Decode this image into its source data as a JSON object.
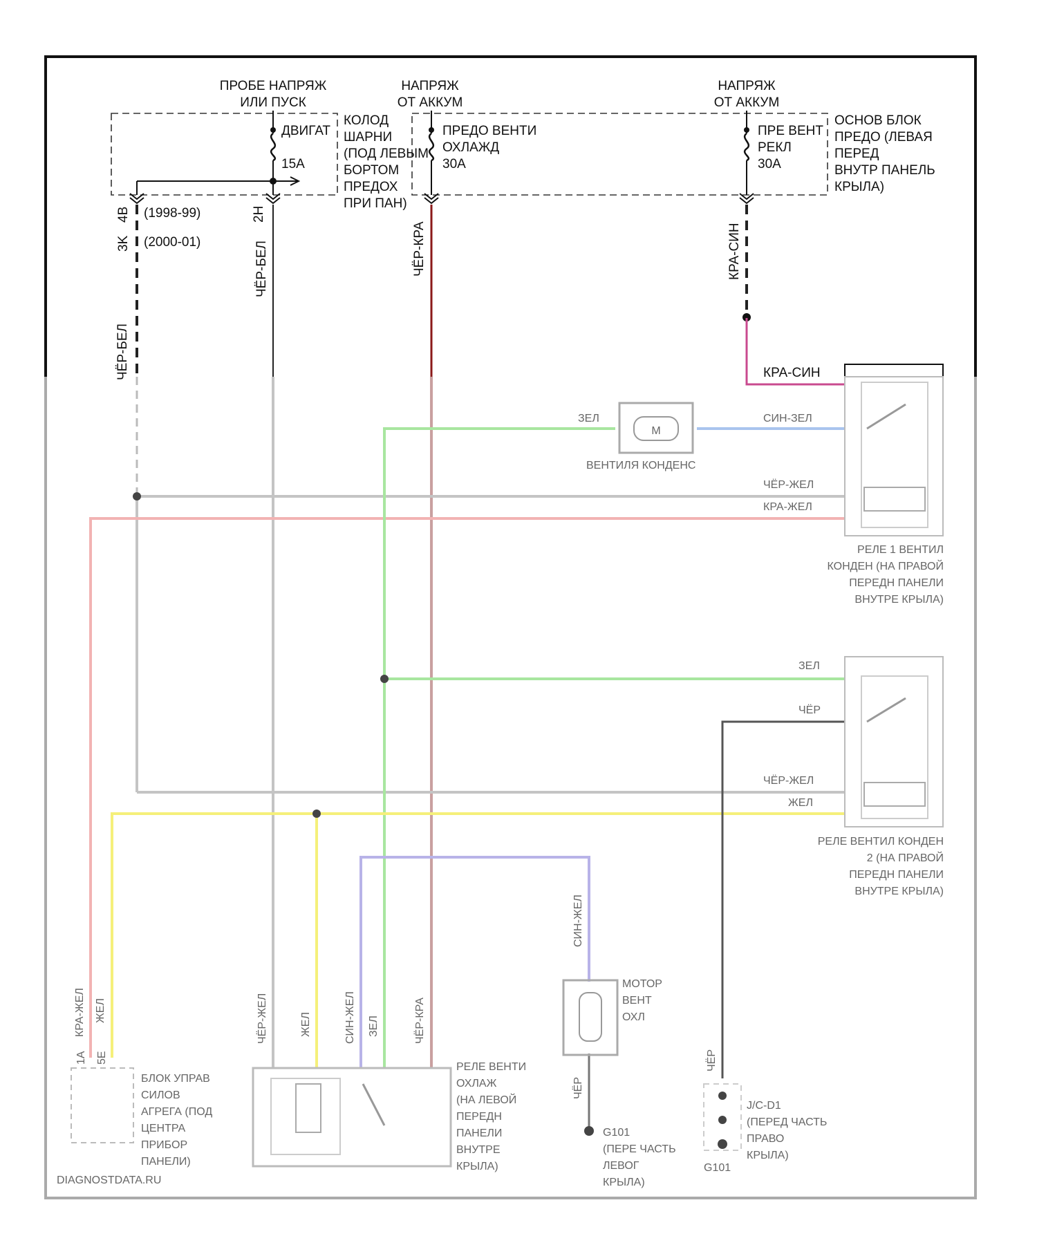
{
  "top_labels": {
    "ign_power": [
      "ПРОБЕ НАПРЯЖ",
      "ИЛИ ПУСК"
    ],
    "batt_power_1": [
      "НАПРЯЖ",
      "ОТ АККУМ"
    ],
    "batt_power_2": [
      "НАПРЯЖ",
      "ОТ АККУМ"
    ]
  },
  "fuses": {
    "engine": {
      "name": "ДВИГАТ",
      "rating": "15A"
    },
    "cooling_fan": {
      "name": [
        "ПРЕДО ВЕНТИ",
        "ОХЛАЖД"
      ],
      "rating": "30A"
    },
    "cond_fan": {
      "name": [
        "ПРЕ ВЕНТ",
        "РЕКЛ"
      ],
      "rating": "30A"
    }
  },
  "boxes": {
    "junction_box": [
      "КОЛОД",
      "ШАРНИ",
      "(ПОД ЛЕВЫМ",
      "БОРТОМ",
      "ПРЕДОХ",
      "ПРИ ПАН)"
    ],
    "main_box": [
      "ОСНОВ БЛОК",
      "ПРЕДО (ЛЕВАЯ",
      "ПЕРЕД",
      "ВНУТР ПАНЕЛЬ",
      "КРЫЛА)"
    ]
  },
  "connectors": {
    "c4b": "4B",
    "c3k": "3K",
    "c2h": "2H",
    "year_1": "(1998-99)",
    "year_2": "(2000-01)"
  },
  "wires": {
    "w1": "ЧЁР-БЕЛ",
    "w2": "ЧЁР-БЕЛ",
    "w3": "ЧЁР-КРА",
    "w4": "КРА-СИН",
    "w5": "ЧЁР-БЕЛ",
    "w6": "КРА-СИН"
  },
  "blurred": {
    "fan_wire_1": "ЗЕЛ",
    "fan_wire_2": "СИН-ЗЕЛ",
    "fan_motor": "ВЕНТИЛЯ КОНДЕНС",
    "relay1_wire_a": "ЧЁР-ЖЕЛ",
    "relay1_wire_b": "КРА-ЖЕЛ",
    "relay1_label": [
      "РЕЛЕ 1 ВЕНТИЛ",
      "КОНДЕН (НА ПРАВОЙ",
      "ПЕРЕДН ПАНЕЛИ",
      "ВНУТРЕ КРЫЛА)"
    ],
    "relay2_wire_a": "ЗЕЛ",
    "relay2_wire_b": "ЧЁР",
    "relay2_wire_c": "ЧЁР-ЖЕЛ",
    "relay2_wire_d": "ЖЕЛ",
    "relay2_label": [
      "РЕЛЕ ВЕНТИЛ КОНДЕН",
      "2 (НА ПРАВОЙ",
      "ПЕРЕДН ПАНЕЛИ",
      "ВНУТРЕ КРЫЛА)"
    ],
    "ecm_label": [
      "БЛОК УПРАВ",
      "СИЛОВ",
      "АГРЕГА (ПОД",
      "ЦЕНТРА",
      "ПРИБОР",
      "ПАНЕЛИ)"
    ],
    "ecm_pins": [
      "1A",
      "5E"
    ],
    "relay3_label": [
      "РЕЛЕ ВЕНТИ",
      "ОХЛАЖ",
      "(НА ЛЕВОЙ",
      "ПЕРЕДН",
      "ПАНЕЛИ",
      "ВНУТРЕ",
      "КРЫЛА)"
    ],
    "motor_label": [
      "МОТОР",
      "ВЕНТ",
      "ОХЛ"
    ],
    "ground_1": [
      "G101",
      "(ПЕРЕ ЧАСТЬ",
      "ЛЕВОГ",
      "КРЫЛА)"
    ],
    "ground_2": [
      "J/C-D1",
      "(ПЕРЕД ЧАСТЬ",
      "ПРАВО",
      "КРЫЛА)"
    ],
    "ground_3": "G101",
    "watermark": "DIAGNOSTDATA.RU",
    "v_wires": [
      "КРА-ЖЕЛ",
      "ЖЕЛ",
      "ЧЁР-ЖЕЛ",
      "ЖЕЛ",
      "СИН-ЖЕЛ",
      "ЗЕЛ",
      "ЧЁР-КРА",
      "СИН-ЖЕЛ",
      "ЧЁР",
      "ЧЁР"
    ]
  },
  "colors": {
    "red_wire": "#f2b3b3",
    "green_wire": "#a8e6a0",
    "yellow_wire": "#f5f07a",
    "blue_wire": "#a9c4ee",
    "purple_wire": "#b8b3e8",
    "gray_wire": "#c4c4c4",
    "darkred_wire": "#8b1a1a",
    "magenta_wire": "#c94a8f"
  },
  "symbols": {
    "motor_letter": "M"
  }
}
